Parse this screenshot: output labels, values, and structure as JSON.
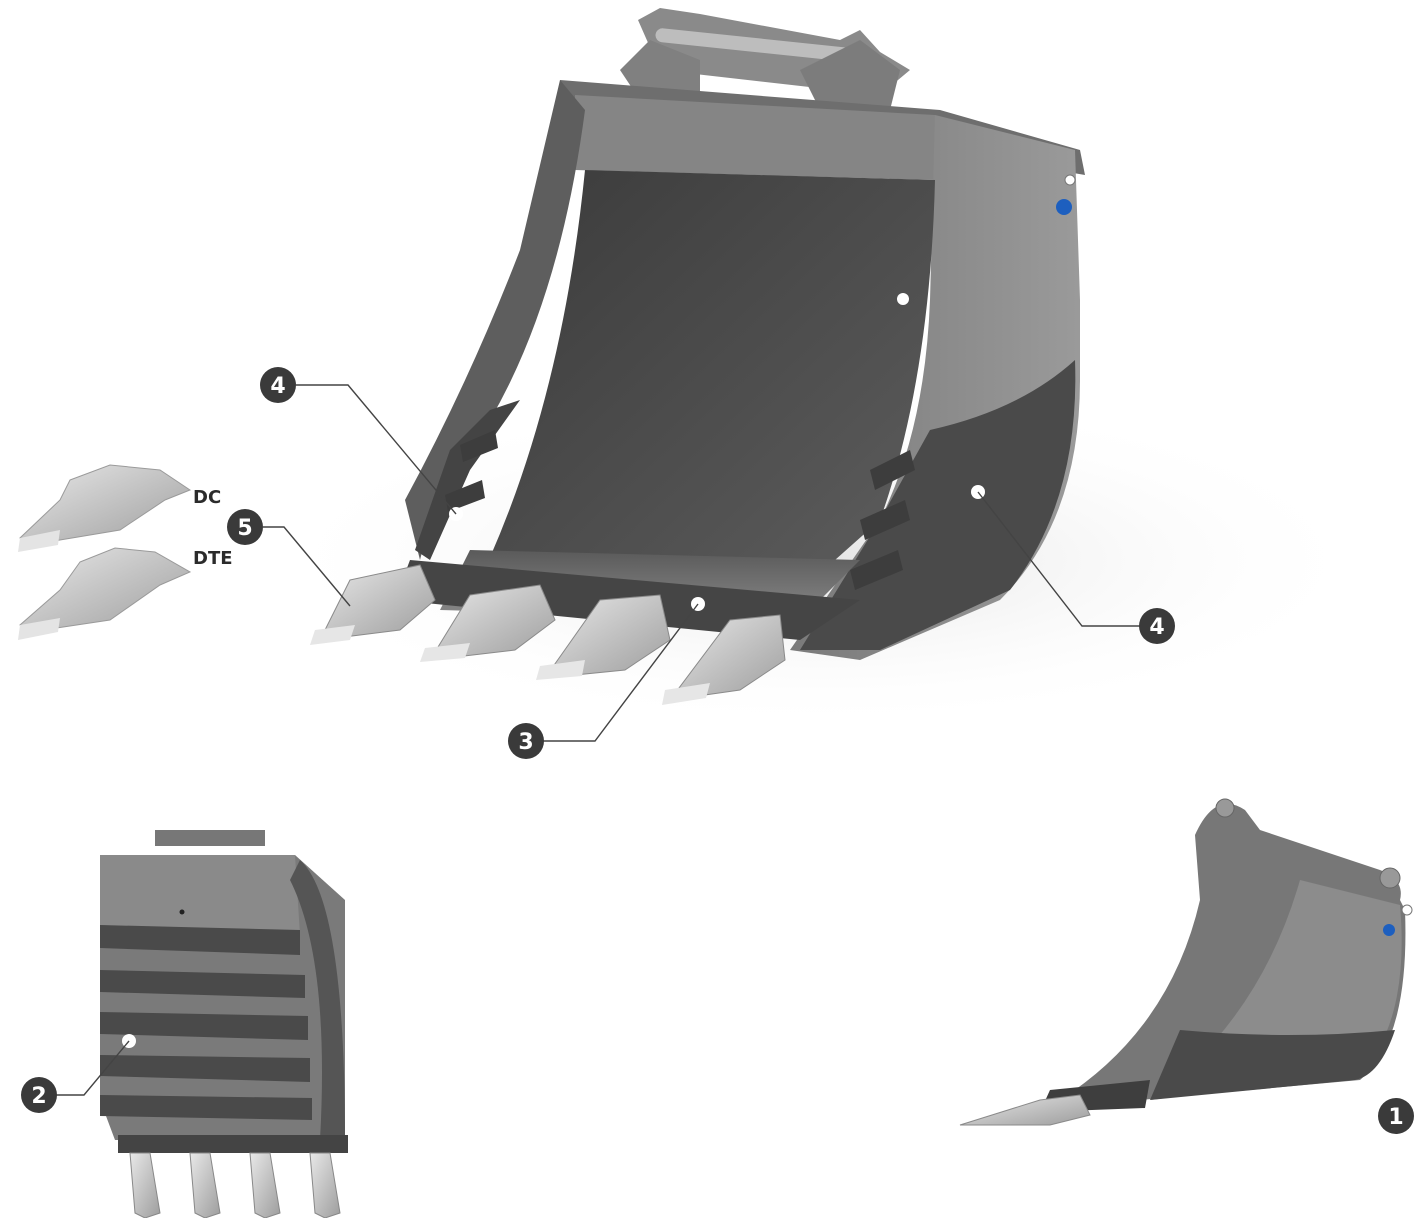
{
  "callouts": {
    "c1": "1",
    "c2": "2",
    "c3": "3",
    "c4_left": "4",
    "c4_right": "4",
    "c5": "5"
  },
  "tooth_labels": {
    "dc": "DC",
    "dte": "DTE"
  },
  "colors": {
    "steel_dark": "#3f3f3f",
    "steel_mid": "#6a6a6a",
    "steel_light": "#8d8d8d",
    "tooth_silver": "#c9c9c9",
    "badge": "#3a3a3a",
    "accent_blue": "#1d5fbf"
  }
}
